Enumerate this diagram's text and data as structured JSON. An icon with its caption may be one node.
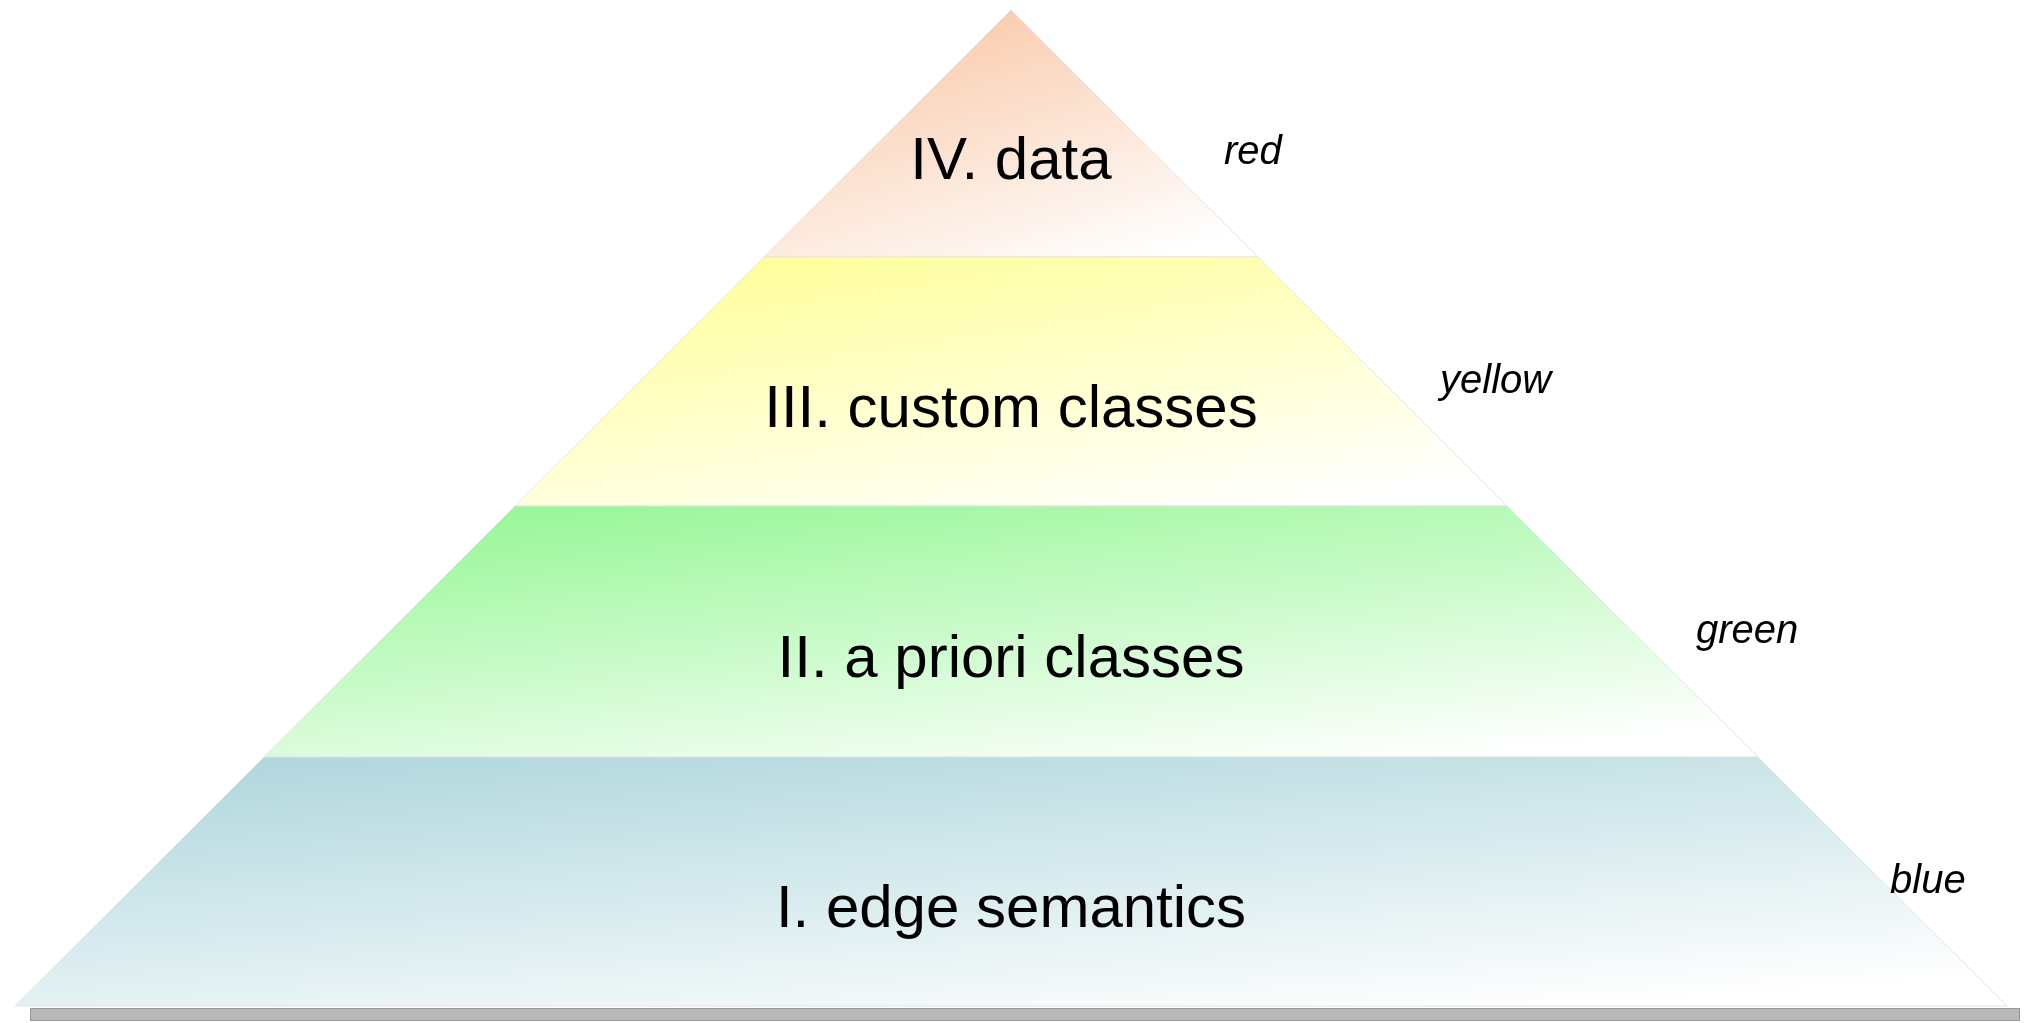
{
  "diagram": {
    "nodes": [
      {
        "text": [
          "IV. data"
        ],
        "beside": [
          "red"
        ]
      },
      {
        "text": [
          "III. custom classes"
        ],
        "beside": [
          "yellow"
        ]
      },
      {
        "text": [
          "II. a priori classes"
        ],
        "beside": [
          "green"
        ]
      },
      {
        "text": [
          "I. edge semantics"
        ],
        "beside": [
          "blue"
        ]
      },
      {
        "text": [],
        "shape": "bar"
      }
    ]
  }
}
